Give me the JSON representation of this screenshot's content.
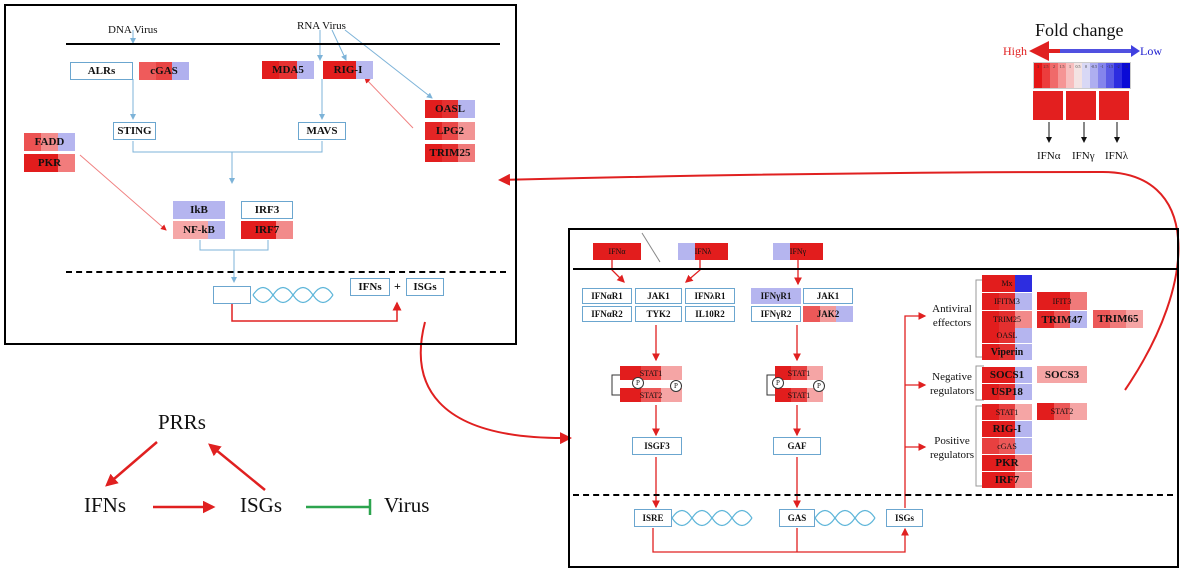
{
  "virus_panel": {
    "dna_virus": "DNA Virus",
    "rna_virus": "RNA Virus",
    "alrs": "ALRs",
    "cgas": "cGAS",
    "mda5": "MDA5",
    "rig1": "RIG-I",
    "sting": "STING",
    "mavs": "MAVS",
    "oasl": "OASL",
    "lpg2": "LPG2",
    "trim25": "TRIM25",
    "fadd": "FADD",
    "pkr": "PKR",
    "ikb": "IkB",
    "nfkb": "NF-kB",
    "irf3": "IRF3",
    "irf7": "IRF7",
    "ifns": "IFNs",
    "plus": "+",
    "isgs": "ISGs"
  },
  "legend": {
    "title": "Fold change",
    "high": "High",
    "low": "Low",
    "ifn_a": "IFNα",
    "ifn_g": "IFNγ",
    "ifn_l": "IFNλ",
    "scale_colors": [
      "#e51616",
      "#ec3d3d",
      "#f06a6a",
      "#f59595",
      "#f7bfbf",
      "#f3e3e3",
      "#d8d8f5",
      "#aeaef0",
      "#8585ec",
      "#5a5ae6",
      "#2d2de0",
      "#0a0ad6"
    ],
    "scale_ticks": [
      "3",
      "2.5",
      "2",
      "1.5",
      "1",
      "0.5",
      "0",
      "-0.5",
      "-1",
      "-1.5",
      "-2",
      "-3"
    ]
  },
  "signaling_panel": {
    "ifna": "IFNα",
    "ifnl": "IFNλ",
    "ifng": "IFNγ",
    "ifnar1": "IFNαR1",
    "ifnar2": "IFNαR2",
    "jak1_a": "JAK1",
    "tyk2": "TYK2",
    "ifnlr1": "IFNλR1",
    "il10r2": "IL10R2",
    "ifngr1": "IFNγR1",
    "ifngr2": "IFNγR2",
    "jak1_g": "JAK1",
    "jak2": "JAK2",
    "stat1_a": "STAT1",
    "stat2_a": "STAT2",
    "stat1_g1": "STAT1",
    "stat1_g2": "STAT1",
    "p": "P",
    "isgf3": "ISGF3",
    "gaf": "GAF",
    "isre": "ISRE",
    "gas": "GAS",
    "isgs": "ISGs",
    "antiviral_1": "Antiviral",
    "antiviral_2": "effectors",
    "negative_1": "Negative",
    "negative_2": "regulators",
    "positive_1": "Positive",
    "positive_2": "regulators",
    "mx": "Mx",
    "ifitm3": "IFITM3",
    "trim25": "TRIM25",
    "oasl": "OASL",
    "viperin": "Viperin",
    "ifit3": "IFIT3",
    "trim47": "TRIM47",
    "trim65": "TRIM65",
    "socs1": "SOCS1",
    "usp18": "USP18",
    "socs3": "SOCS3",
    "stat1": "STAT1",
    "stat2": "STAT2",
    "rig1": "RIG-I",
    "cgas": "cGAS",
    "pkr": "PKR",
    "irf7": "IRF7"
  },
  "summary": {
    "prrs": "PRRs",
    "ifns": "IFNs",
    "isgs": "ISGs",
    "virus": "Virus"
  }
}
